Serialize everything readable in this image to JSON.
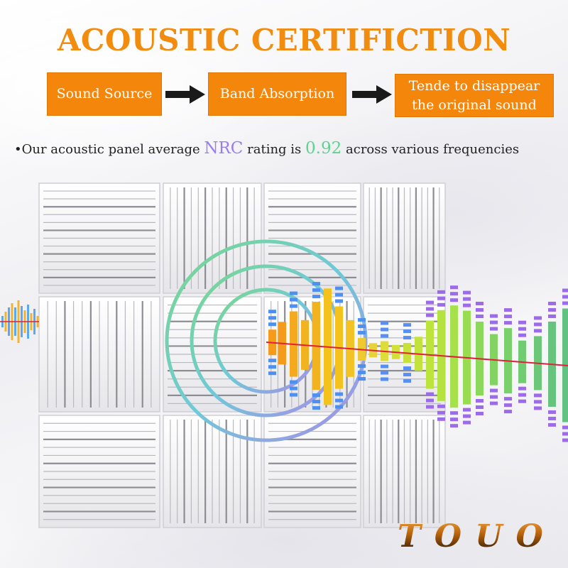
{
  "header": {
    "title": "ACOUSTIC CERTIFICTION"
  },
  "flow": {
    "steps": [
      {
        "label": "Sound Source"
      },
      {
        "label": "Band Absorption"
      },
      {
        "line1": "Tende to disappear",
        "line2": "the original sound"
      }
    ],
    "arrow_color": "#1a1a1a"
  },
  "nrc": {
    "prefix": "Our acoustic panel average",
    "nrc_word": "NRC",
    "middle": "rating is",
    "value": "0.92",
    "suffix": "across various frequencies",
    "nrc_color": "#9b7cf0",
    "value_color": "#5fd38f"
  },
  "brand": {
    "logo_text": "TOUO"
  },
  "colors": {
    "accent": "#f28c0f",
    "box": "#f5860c",
    "wave_line": "#e0203a"
  },
  "icons": [
    "right-arrow-icon",
    "bullet-icon",
    "sound-wave-rings-icon",
    "equalizer-bars-icon"
  ]
}
